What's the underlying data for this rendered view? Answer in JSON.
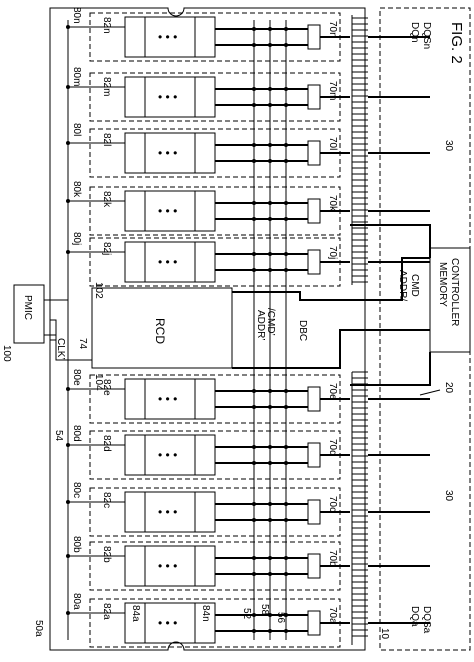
{
  "figure": {
    "title": "FIG. 2",
    "module_ref": "50a",
    "module_edge_ref": "10",
    "bus_ref_upper": "30",
    "bus_ref_lower": "30",
    "bus_ref_mid": "20",
    "pmic": {
      "label": "PMIC",
      "ref": "100"
    },
    "rcd": {
      "label": "RCD",
      "ref_top": "102",
      "ref_left": "74",
      "ref_bottom": "104"
    },
    "clk_label": "CLK’",
    "addr_cmd_prime": "ADDR’\n/CMD’",
    "dbc_label": "DBC",
    "addr_cmd": "ADDR/\nCMD",
    "memory_controller": "MEMORY\nCONTROLLER",
    "ref_54": "54",
    "ref_52": "52",
    "ref_58": "58",
    "ref_56": "56",
    "dq_top": [
      "DQn",
      "DQSn"
    ],
    "dq_bottom": [
      "DQa",
      "DQSa"
    ],
    "chip_sub_left": "84a",
    "chip_sub_right": "84n",
    "ellipsis": "• • •",
    "upper_rows": [
      {
        "row": "80n",
        "chip": "82n",
        "buffer": "70n"
      },
      {
        "row": "80m",
        "chip": "82m",
        "buffer": "70m"
      },
      {
        "row": "80l",
        "chip": "82l",
        "buffer": "70l"
      },
      {
        "row": "80k",
        "chip": "82k",
        "buffer": "70k"
      },
      {
        "row": "80j",
        "chip": "82j",
        "buffer": "70j"
      }
    ],
    "lower_rows": [
      {
        "row": "80e",
        "chip": "82e",
        "buffer": "70e"
      },
      {
        "row": "80d",
        "chip": "82d",
        "buffer": "70d"
      },
      {
        "row": "80c",
        "chip": "82c",
        "buffer": "70c"
      },
      {
        "row": "80b",
        "chip": "82b",
        "buffer": "70b"
      },
      {
        "row": "80a",
        "chip": "82a",
        "buffer": "70a"
      }
    ]
  }
}
